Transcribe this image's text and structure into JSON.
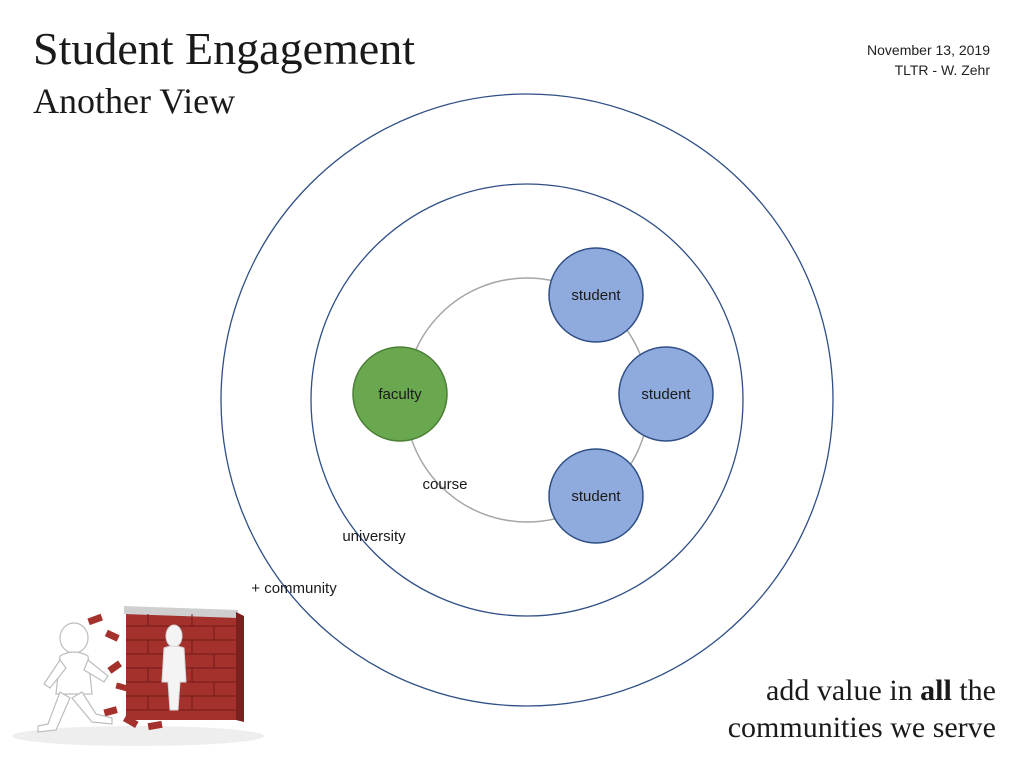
{
  "slide": {
    "title": "Student Engagement",
    "subtitle": "Another View",
    "date": "November 13, 2019",
    "author": "TLTR - W. Zehr"
  },
  "diagram": {
    "rings": {
      "outer_label": "+ community",
      "middle_label": "university",
      "inner_label": "course"
    },
    "nodes": {
      "faculty": "faculty",
      "student_top": "student",
      "student_right": "student",
      "student_bottom": "student"
    },
    "colors": {
      "ring_stroke": "#2f4f86",
      "course_stroke": "#a6a6a6",
      "faculty_fill": "#6aa84f",
      "faculty_stroke": "#4a7f35",
      "student_fill": "#8faadc",
      "student_stroke": "#2f4f86"
    }
  },
  "tagline": {
    "before": "add value in ",
    "emphasis": "all",
    "after": " the",
    "line2": "communities we serve"
  },
  "illustration": {
    "icon": "person-breaking-brick-wall-icon"
  }
}
